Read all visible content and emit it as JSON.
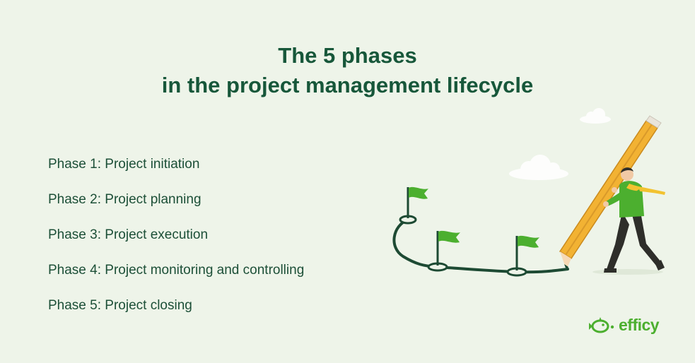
{
  "title": {
    "line1": "The 5 phases",
    "line2": "in the project management lifecycle"
  },
  "phases": [
    "Phase 1: Project initiation",
    "Phase 2: Project planning",
    "Phase 3: Project execution",
    "Phase 4: Project monitoring and controlling",
    "Phase 5: Project closing"
  ],
  "logo": {
    "text": "efficy"
  },
  "colors": {
    "background": "#eef4e9",
    "title": "#17573a",
    "text": "#1c4f37",
    "path": "#1d4a33",
    "flag": "#4caf2f",
    "pencil": "#f2b233",
    "brand": "#4caf2f"
  }
}
